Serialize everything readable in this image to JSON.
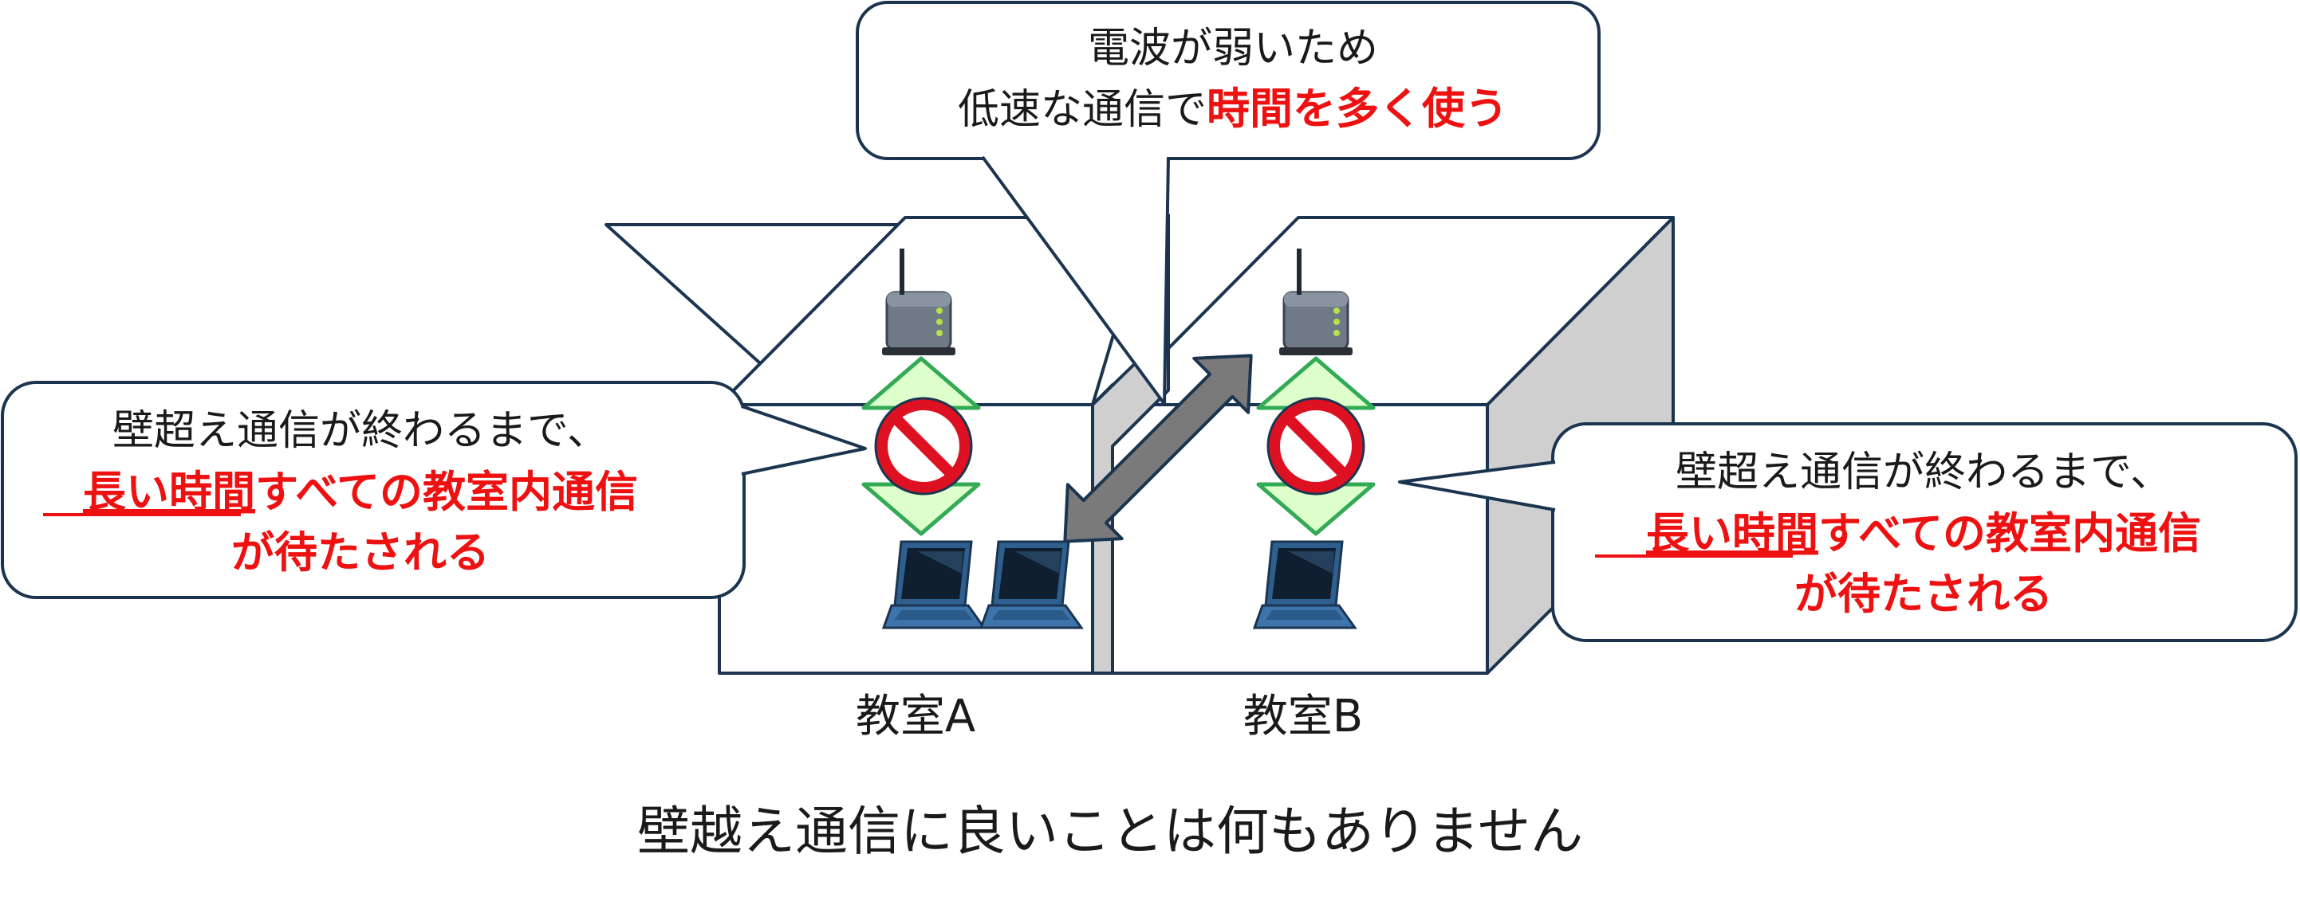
{
  "colors": {
    "box_stroke": "#1b3550",
    "box_side_fill": "#cfcfcf",
    "arrow_fill": "#ddffcc",
    "arrow_stroke": "#33aa55",
    "double_arrow_fill": "#7a7a7a",
    "prohibit_red": "#dd1122",
    "emphasis_red": "#ee1111",
    "router_gray": "#6f7a86",
    "laptop_blue": "#2f5f8f"
  },
  "icons": [
    "router-icon",
    "laptop-icon",
    "prohibited-icon",
    "double-arrow-icon"
  ],
  "callouts": {
    "top": {
      "line1": "電波が弱いため",
      "line2_plain": "低速な通信で",
      "line2_red": "時間を多く使う"
    },
    "left": {
      "line1": "壁超え通信が終わるまで、",
      "line2_underlined": "長い時間",
      "line2_rest": "すべての教室内通信",
      "line3": "が待たされる"
    },
    "right": {
      "line1": "壁超え通信が終わるまで、",
      "line2_underlined": "長い時間",
      "line2_rest": "すべての教室内通信",
      "line3": "が待たされる"
    }
  },
  "rooms": {
    "a_label": "教室A",
    "b_label": "教室B"
  },
  "caption": "壁越え通信に良いことは何もありません"
}
